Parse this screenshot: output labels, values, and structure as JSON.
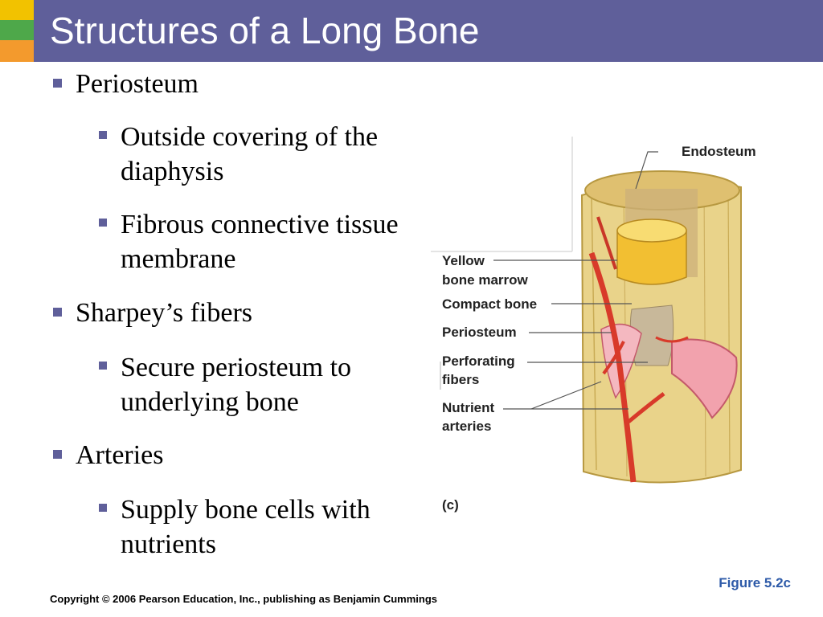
{
  "slide": {
    "title": "Structures of a Long Bone",
    "bullets": [
      {
        "level": 1,
        "text": "Periosteum"
      },
      {
        "level": 2,
        "text": "Outside covering of the diaphysis"
      },
      {
        "level": 2,
        "text": "Fibrous connective tissue membrane"
      },
      {
        "level": 1,
        "text": "Sharpey’s fibers"
      },
      {
        "level": 2,
        "text": "Secure periosteum to underlying bone"
      },
      {
        "level": 1,
        "text": "Arteries"
      },
      {
        "level": 2,
        "text": "Supply bone cells with nutrients"
      }
    ],
    "bullet_color": "#5f5f9a",
    "accent_colors": {
      "title_bar": "#5f5f9a",
      "yellow": "#f2c200",
      "green": "#4ea84a",
      "orange": "#f39a2d"
    },
    "figure_caption": "Figure 5.2c",
    "copyright": "Copyright © 2006 Pearson Education, Inc., publishing as Benjamin Cummings"
  },
  "figure": {
    "labels": {
      "endosteum": "Endosteum",
      "yellow_marrow_1": "Yellow",
      "yellow_marrow_2": "bone marrow",
      "compact_bone": "Compact bone",
      "periosteum": "Periosteum",
      "perforating_1": "Perforating",
      "perforating_2": "fibers",
      "nutrient_1": "Nutrient",
      "nutrient_2": "arteries",
      "panel": "(c)"
    }
  }
}
